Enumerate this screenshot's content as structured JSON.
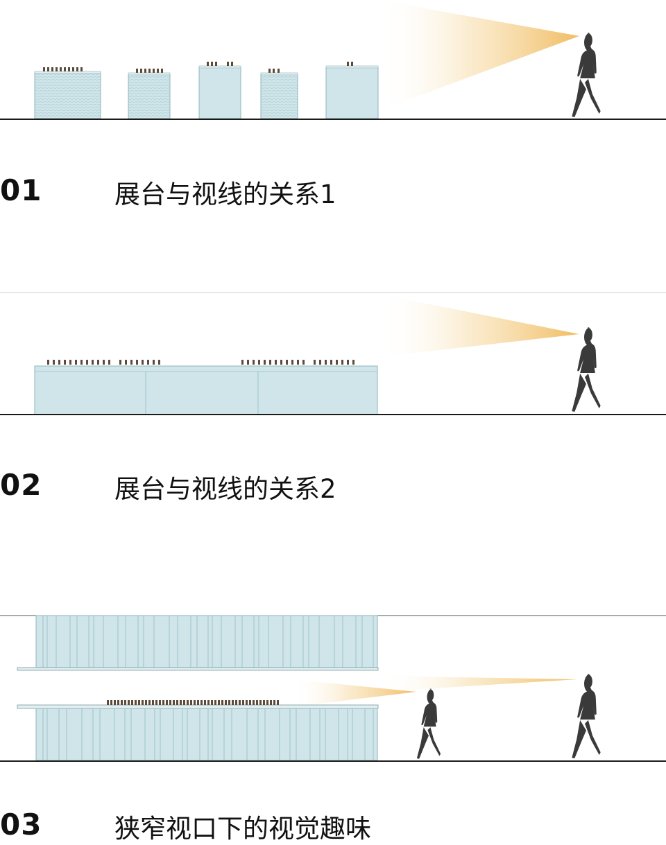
{
  "sections": [
    {
      "number": "01",
      "caption": "展台与视线的关系1"
    },
    {
      "number": "02",
      "caption": "展台与视线的关系2"
    },
    {
      "number": "03",
      "caption": "狭窄视口下的视觉趣味"
    }
  ],
  "colors": {
    "glass": "#cfe5e9",
    "glass_stroke": "#7fa9b0",
    "ground": "#1a1a1a",
    "silhouette": "#3a3a3a",
    "sight_light": "#f3c97a"
  }
}
